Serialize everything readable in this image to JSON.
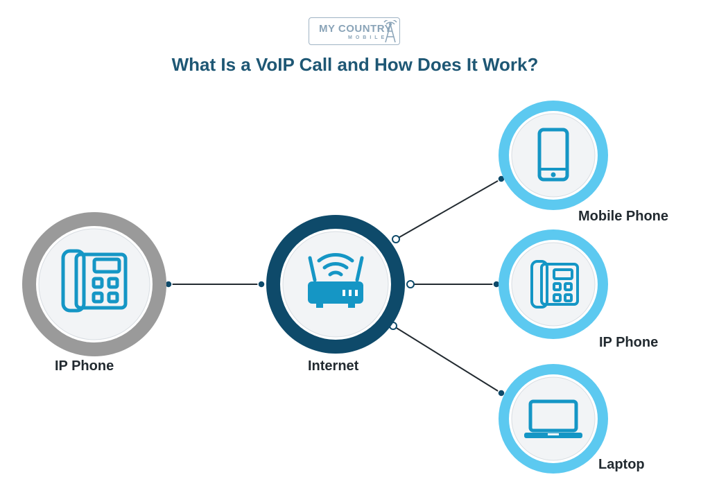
{
  "logo": {
    "line1": "MY COUNTRY",
    "line2": "MOBILE"
  },
  "title": "What Is a VoIP Call and How Does It Work?",
  "nodes": {
    "source_label": "IP Phone",
    "hub_label": "Internet",
    "mobile_label": "Mobile Phone",
    "ip_phone_label": "IP Phone",
    "laptop_label": "Laptop"
  },
  "colors": {
    "title": "#1e5774",
    "icon": "#1596c5",
    "hub_ring": "#0e4a6a",
    "source_ring": "#9a9a9a",
    "device_ring": "#5cc9f0",
    "connector": "#222a30",
    "label": "#222a30"
  },
  "icons": [
    "desk-phone-icon",
    "router-icon",
    "mobile-phone-icon",
    "desk-phone-icon",
    "laptop-icon"
  ]
}
